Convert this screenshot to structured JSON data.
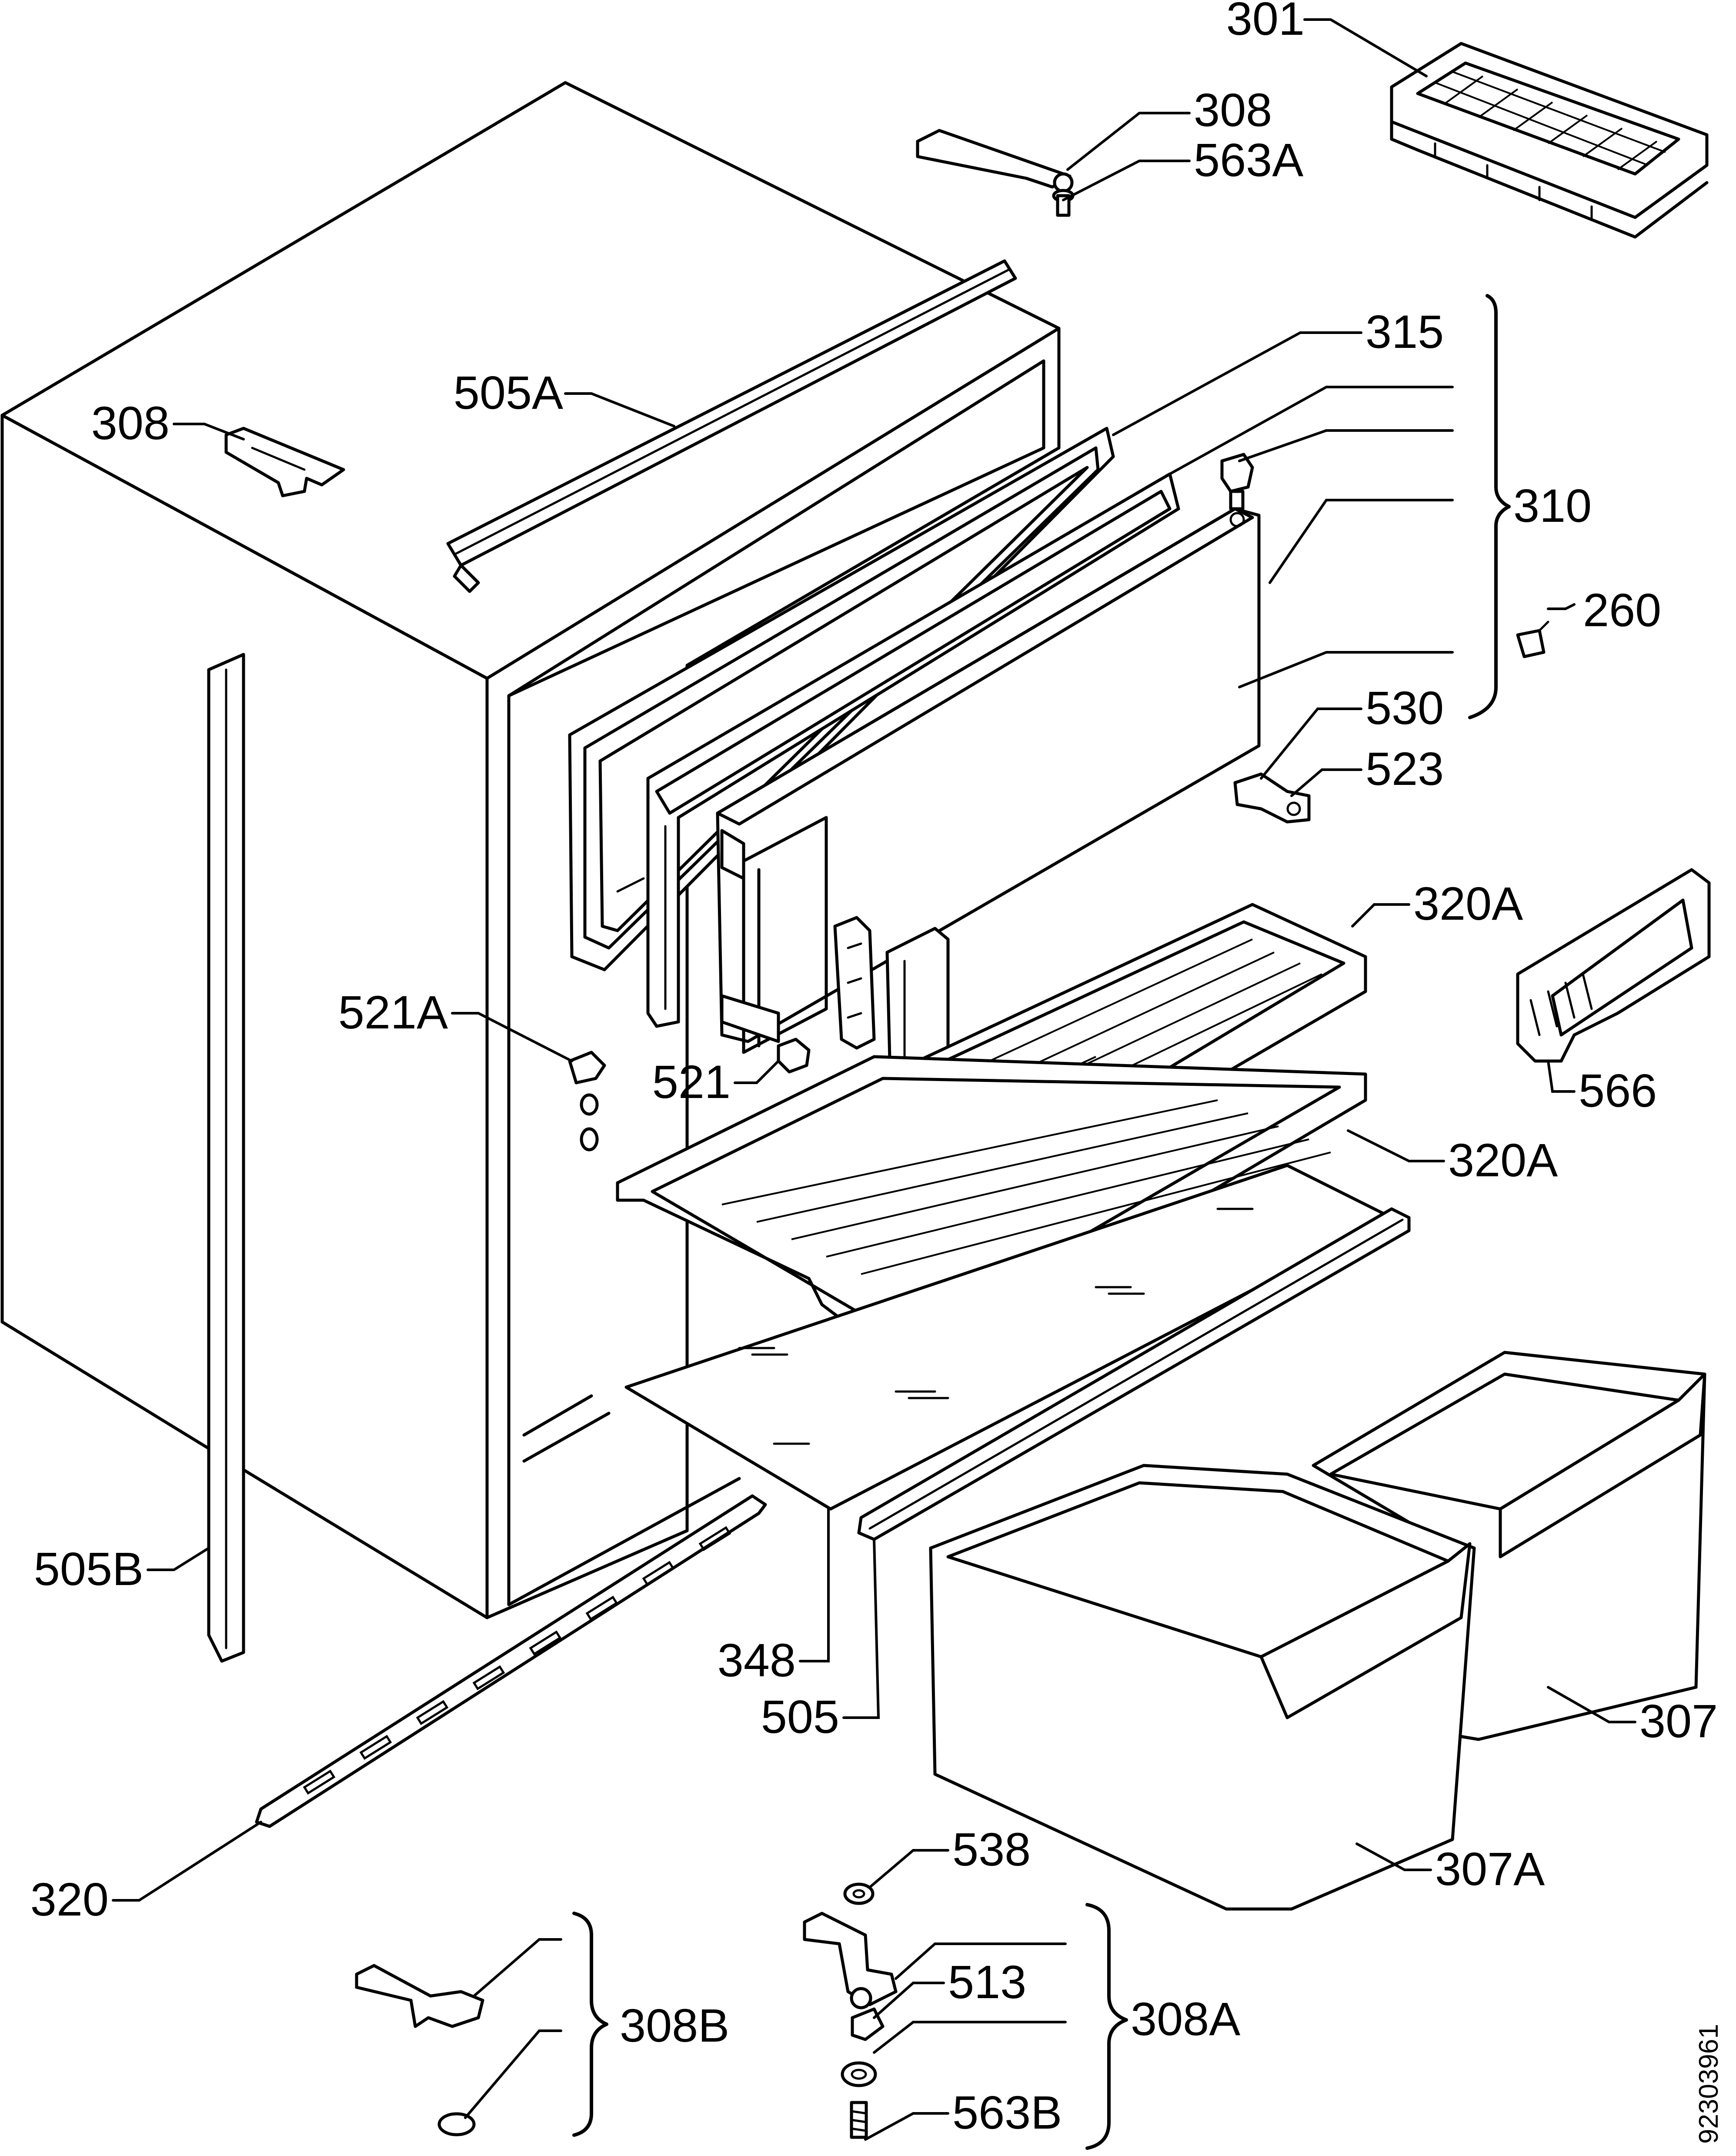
{
  "labels": {
    "p301": "301",
    "p308_top": "308",
    "p563A": "563A",
    "p308_left": "308",
    "p505A": "505A",
    "p315": "315",
    "p310": "310",
    "p260": "260",
    "p530": "530",
    "p523": "523",
    "p320A_upper": "320A",
    "p566": "566",
    "p521A": "521A",
    "p521": "521",
    "p320A_lower": "320A",
    "p505B": "505B",
    "p348": "348",
    "p505": "505",
    "p307": "307",
    "p307A": "307A",
    "p538": "538",
    "p320": "320",
    "p308B": "308B",
    "p513": "513",
    "p308A": "308A",
    "p563B": "563B"
  },
  "drawing_code": "92303961"
}
